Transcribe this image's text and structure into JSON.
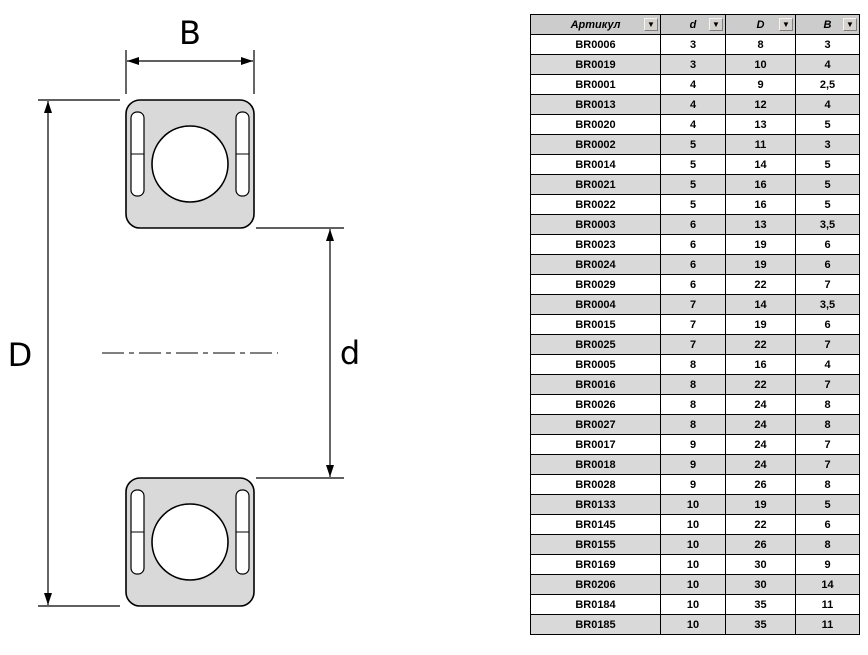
{
  "colors": {
    "diagram_fill": "#d9d9d9",
    "table_header_bg": "#cccccc",
    "table_alt_row_bg": "#d9d9d9"
  },
  "diagram": {
    "labels": {
      "B": "B",
      "D": "D",
      "d": "d"
    }
  },
  "table": {
    "filter_icon": "▼",
    "columns": [
      {
        "label": "Артикул"
      },
      {
        "label": "d"
      },
      {
        "label": "D"
      },
      {
        "label": "B"
      }
    ],
    "rows": [
      [
        "BR0006",
        "3",
        "8",
        "3"
      ],
      [
        "BR0019",
        "3",
        "10",
        "4"
      ],
      [
        "BR0001",
        "4",
        "9",
        "2,5"
      ],
      [
        "BR0013",
        "4",
        "12",
        "4"
      ],
      [
        "BR0020",
        "4",
        "13",
        "5"
      ],
      [
        "BR0002",
        "5",
        "11",
        "3"
      ],
      [
        "BR0014",
        "5",
        "14",
        "5"
      ],
      [
        "BR0021",
        "5",
        "16",
        "5"
      ],
      [
        "BR0022",
        "5",
        "16",
        "5"
      ],
      [
        "BR0003",
        "6",
        "13",
        "3,5"
      ],
      [
        "BR0023",
        "6",
        "19",
        "6"
      ],
      [
        "BR0024",
        "6",
        "19",
        "6"
      ],
      [
        "BR0029",
        "6",
        "22",
        "7"
      ],
      [
        "BR0004",
        "7",
        "14",
        "3,5"
      ],
      [
        "BR0015",
        "7",
        "19",
        "6"
      ],
      [
        "BR0025",
        "7",
        "22",
        "7"
      ],
      [
        "BR0005",
        "8",
        "16",
        "4"
      ],
      [
        "BR0016",
        "8",
        "22",
        "7"
      ],
      [
        "BR0026",
        "8",
        "24",
        "8"
      ],
      [
        "BR0027",
        "8",
        "24",
        "8"
      ],
      [
        "BR0017",
        "9",
        "24",
        "7"
      ],
      [
        "BR0018",
        "9",
        "24",
        "7"
      ],
      [
        "BR0028",
        "9",
        "26",
        "8"
      ],
      [
        "BR0133",
        "10",
        "19",
        "5"
      ],
      [
        "BR0145",
        "10",
        "22",
        "6"
      ],
      [
        "BR0155",
        "10",
        "26",
        "8"
      ],
      [
        "BR0169",
        "10",
        "30",
        "9"
      ],
      [
        "BR0206",
        "10",
        "30",
        "14"
      ],
      [
        "BR0184",
        "10",
        "35",
        "11"
      ],
      [
        "BR0185",
        "10",
        "35",
        "11"
      ]
    ]
  }
}
